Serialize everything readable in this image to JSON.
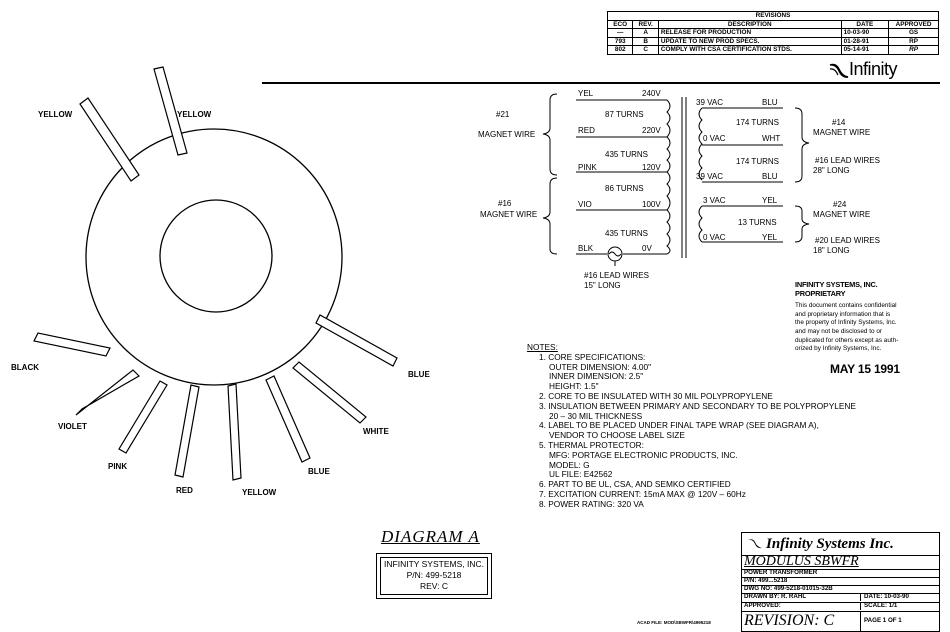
{
  "revisions": {
    "title": "REVISIONS",
    "headers": [
      "ECO",
      "REV.",
      "DESCRIPTION",
      "DATE",
      "APPROVED"
    ],
    "rows": [
      [
        "—",
        "A",
        "RELEASE FOR PRODUCTION",
        "10-03-90",
        "GS"
      ],
      [
        "793",
        "B",
        "UPDATE TO NEW PROD SPECS.",
        "01-28-91",
        "RP"
      ],
      [
        "802",
        "C",
        "COMPLY WITH CSA CERTIFICATION STDS.",
        "05-14-91",
        "RP"
      ]
    ]
  },
  "logo_text": "Infinity",
  "toroid": {
    "leads_top": [
      "YELLOW",
      "YELLOW"
    ],
    "leads_bottom": [
      "BLACK",
      "VIOLET",
      "PINK",
      "RED",
      "YELLOW",
      "BLUE",
      "WHITE",
      "BLUE"
    ]
  },
  "schematic": {
    "primary": {
      "group1_label": [
        "#21",
        "MAGNET WIRE"
      ],
      "group2_label": [
        "#16",
        "MAGNET WIRE"
      ],
      "taps": [
        {
          "color": "YEL",
          "volt": "240V"
        },
        {
          "color": "RED",
          "volt": "220V"
        },
        {
          "color": "PINK",
          "volt": "120V"
        },
        {
          "color": "VIO",
          "volt": "100V"
        },
        {
          "color": "BLK",
          "volt": "0V"
        }
      ],
      "turns": [
        "87 TURNS",
        "435 TURNS",
        "86 TURNS",
        "435 TURNS"
      ],
      "lead_note": [
        "#16 LEAD WIRES",
        "15\" LONG"
      ]
    },
    "secondary_a": {
      "taps": [
        {
          "volt": "39 VAC",
          "color": "BLU"
        },
        {
          "volt": "0 VAC",
          "color": "WHT"
        },
        {
          "volt": "39 VAC",
          "color": "BLU"
        }
      ],
      "turns": [
        "174 TURNS",
        "174 TURNS"
      ],
      "label": [
        "#14",
        "MAGNET WIRE"
      ],
      "lead_note": [
        "#16 LEAD WIRES",
        "28\" LONG"
      ]
    },
    "secondary_b": {
      "taps": [
        {
          "volt": "3 VAC",
          "color": "YEL"
        },
        {
          "volt": "0 VAC",
          "color": "YEL"
        }
      ],
      "turns": [
        "13 TURNS"
      ],
      "label": [
        "#24",
        "MAGNET WIRE"
      ],
      "lead_note": [
        "#20 LEAD WIRES",
        "18\" LONG"
      ]
    }
  },
  "proprietary": {
    "title": "INFINITY SYSTEMS, INC. PROPRIETARY",
    "lines": [
      "This document contains confidential",
      "and proprietary information that is",
      "the property of Infinity Systems, Inc.",
      "and may not be disclosed to or",
      "duplicated for others except as auth-",
      "orized by Infinity Systems, Inc."
    ]
  },
  "stamp_date": "MAY 15 1991",
  "notes": {
    "heading": "NOTES:",
    "items": [
      {
        "text": "1.  CORE SPECIFICATIONS:",
        "level": 1
      },
      {
        "text": "OUTER DIMENSION:  4.00\"",
        "level": 2
      },
      {
        "text": "INNER DIMENSION:  2.5\"",
        "level": 2
      },
      {
        "text": "HEIGHT:  1.5\"",
        "level": 2
      },
      {
        "text": "2.  CORE TO BE INSULATED WITH 30 MIL POLYPROPYLENE",
        "level": 1
      },
      {
        "text": "3.  INSULATION BETWEEN PRIMARY AND SECONDARY TO BE POLYPROPYLENE",
        "level": 1
      },
      {
        "text": "20 – 30 MIL THICKNESS",
        "level": 2
      },
      {
        "text": "4.  LABEL TO BE PLACED UNDER FINAL TAPE WRAP (SEE DIAGRAM A),",
        "level": 1
      },
      {
        "text": "VENDOR TO CHOOSE LABEL SIZE",
        "level": 2
      },
      {
        "text": "5.  THERMAL PROTECTOR:",
        "level": 1
      },
      {
        "text": "MFG:  PORTAGE ELECTRONIC PRODUCTS, INC.",
        "level": 2
      },
      {
        "text": "MODEL:  G",
        "level": 2
      },
      {
        "text": "UL FILE:  E42562",
        "level": 2
      },
      {
        "text": "6.  PART TO BE UL, CSA, AND SEMKO CERTIFIED",
        "level": 1
      },
      {
        "text": "7.  EXCITATION CURRENT:  15mA MAX @ 120V – 60Hz",
        "level": 1
      },
      {
        "text": "8.  POWER RATING:  320 VA",
        "level": 1
      }
    ]
  },
  "diagram_a": {
    "title": "DIAGRAM A",
    "lines": [
      "INFINITY SYSTEMS, INC.",
      "P/N:  499-5218",
      "REV:  C"
    ]
  },
  "title_block": {
    "company": "Infinity Systems Inc.",
    "model": "MODULUS SBWFR",
    "part_type": "POWER TRANSFORMER",
    "pn": "P/N: 499...5218",
    "dwg": "DWG NO: 499-5218-01015-32B",
    "drawn_by": "DRAWN BY: R. RAHL",
    "date": "DATE: 10-03-90",
    "approved": "APPROVED:",
    "scale": "SCALE: 1/1",
    "revision": "REVISION: C",
    "page": "PAGE 1 OF 1"
  },
  "file_note": "ACAD FILE: MOD\\SBWFR\\4995218"
}
